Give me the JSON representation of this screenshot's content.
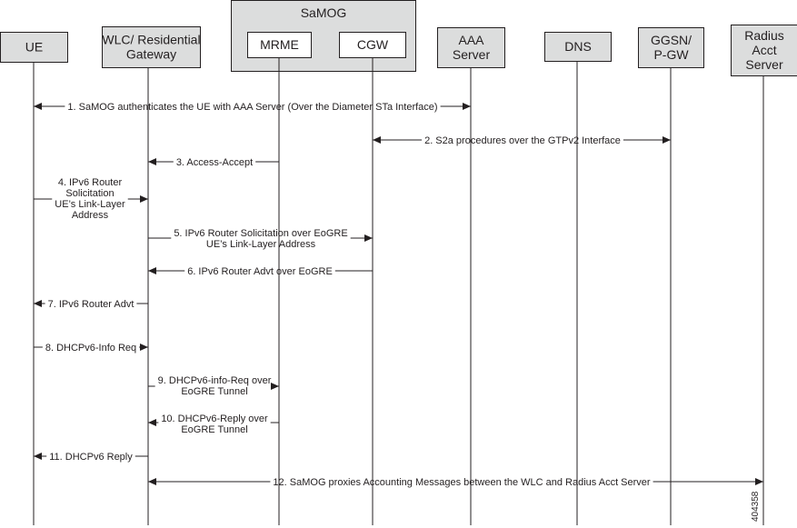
{
  "group": {
    "name": "SaMOG"
  },
  "entities": [
    {
      "id": "ue",
      "label": [
        "UE"
      ]
    },
    {
      "id": "wlc",
      "label": [
        "WLC/ Residential",
        "Gateway"
      ]
    },
    {
      "id": "mrme",
      "label": [
        "MRME"
      ]
    },
    {
      "id": "cgw",
      "label": [
        "CGW"
      ]
    },
    {
      "id": "aaa",
      "label": [
        "AAA",
        "Server"
      ]
    },
    {
      "id": "dns",
      "label": [
        "DNS"
      ]
    },
    {
      "id": "ggsn",
      "label": [
        "GGSN/",
        "P-GW"
      ]
    },
    {
      "id": "radius",
      "label": [
        "Radius",
        "Acct",
        "Server"
      ]
    }
  ],
  "messages": [
    {
      "id": "m1",
      "from": "aaa",
      "to": "ue",
      "both": true,
      "label": [
        "1. SaMOG authenticates the UE with AAA Server (Over the Diameter STa Interface)"
      ]
    },
    {
      "id": "m2",
      "from": "cgw",
      "to": "ggsn",
      "both": true,
      "label": [
        "2. S2a procedures over the GTPv2 Interface"
      ]
    },
    {
      "id": "m3",
      "from": "mrme",
      "to": "wlc",
      "both": false,
      "label": [
        "3. Access-Accept"
      ]
    },
    {
      "id": "m4",
      "from": "ue",
      "to": "wlc",
      "both": false,
      "label": [
        "4. IPv6 Router",
        "Solicitation",
        "UE’s Link-Layer",
        "Address"
      ]
    },
    {
      "id": "m5",
      "from": "wlc",
      "to": "cgw",
      "both": false,
      "label": [
        "5. IPv6 Router Solicitation over EoGRE",
        "UE’s Link-Layer Address"
      ]
    },
    {
      "id": "m6",
      "from": "cgw",
      "to": "wlc",
      "both": false,
      "label": [
        "6. IPv6 Router Advt over EoGRE"
      ]
    },
    {
      "id": "m7",
      "from": "wlc",
      "to": "ue",
      "both": false,
      "label": [
        "7. IPv6 Router Advt"
      ]
    },
    {
      "id": "m8",
      "from": "ue",
      "to": "wlc",
      "both": false,
      "label": [
        "8. DHCPv6-Info Req"
      ]
    },
    {
      "id": "m9",
      "from": "wlc",
      "to": "mrme",
      "both": false,
      "label": [
        "9. DHCPv6-info-Req over",
        "EoGRE Tunnel"
      ]
    },
    {
      "id": "m10",
      "from": "mrme",
      "to": "wlc",
      "both": false,
      "label": [
        "10. DHCPv6-Reply over",
        "EoGRE Tunnel"
      ]
    },
    {
      "id": "m11",
      "from": "wlc",
      "to": "ue",
      "both": false,
      "label": [
        "11. DHCPv6 Reply"
      ]
    },
    {
      "id": "m12",
      "from": "wlc",
      "to": "radius",
      "both": true,
      "label": [
        "12. SaMOG proxies Accounting Messages between the WLC and Radius Acct Server"
      ]
    }
  ],
  "figure_id": "404358",
  "colors": {
    "box_fill": "#dcdddd",
    "inner_fill": "#ffffff",
    "line": "#231f20",
    "text": "#231f20"
  }
}
